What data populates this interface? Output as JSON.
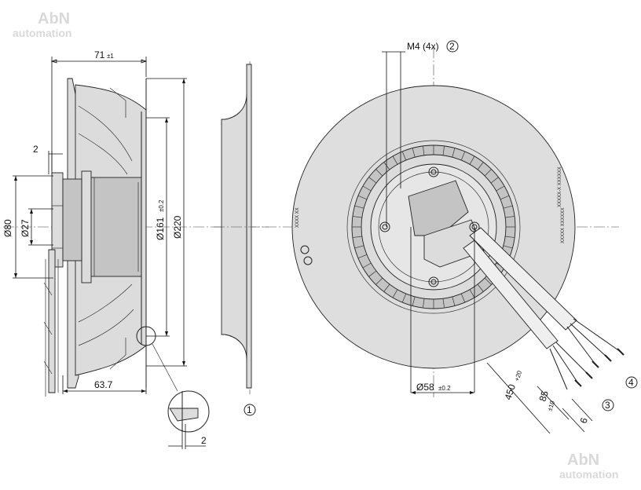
{
  "watermarks": {
    "brand": "AbN",
    "sub": "automation"
  },
  "dimensions": {
    "width_total": "71",
    "width_total_tol": "±1",
    "width_impeller": "63.7",
    "gap_top": "2",
    "gap_detail": "2",
    "dia_80": "Ø80",
    "dia_27": "Ø27",
    "dia_161": "Ø161",
    "dia_161_tol": "±0.2",
    "dia_220": "Ø220",
    "thread": "M4 (4x)",
    "dia_58": "Ø58",
    "dia_58_tol": "±0.2",
    "cable_450": "450",
    "cable_450_tol": "+20",
    "cable_85": "85",
    "cable_85_tol": "±10",
    "strip_6": "6"
  },
  "callouts": {
    "c1": "1",
    "c2": "2",
    "c3": "3",
    "c4": "4"
  },
  "labels": {
    "rating_a": "XXXX XX",
    "rating_b": "XXXXX-X XXXXXX",
    "rating_c": "XXXXX XXXXXX"
  }
}
